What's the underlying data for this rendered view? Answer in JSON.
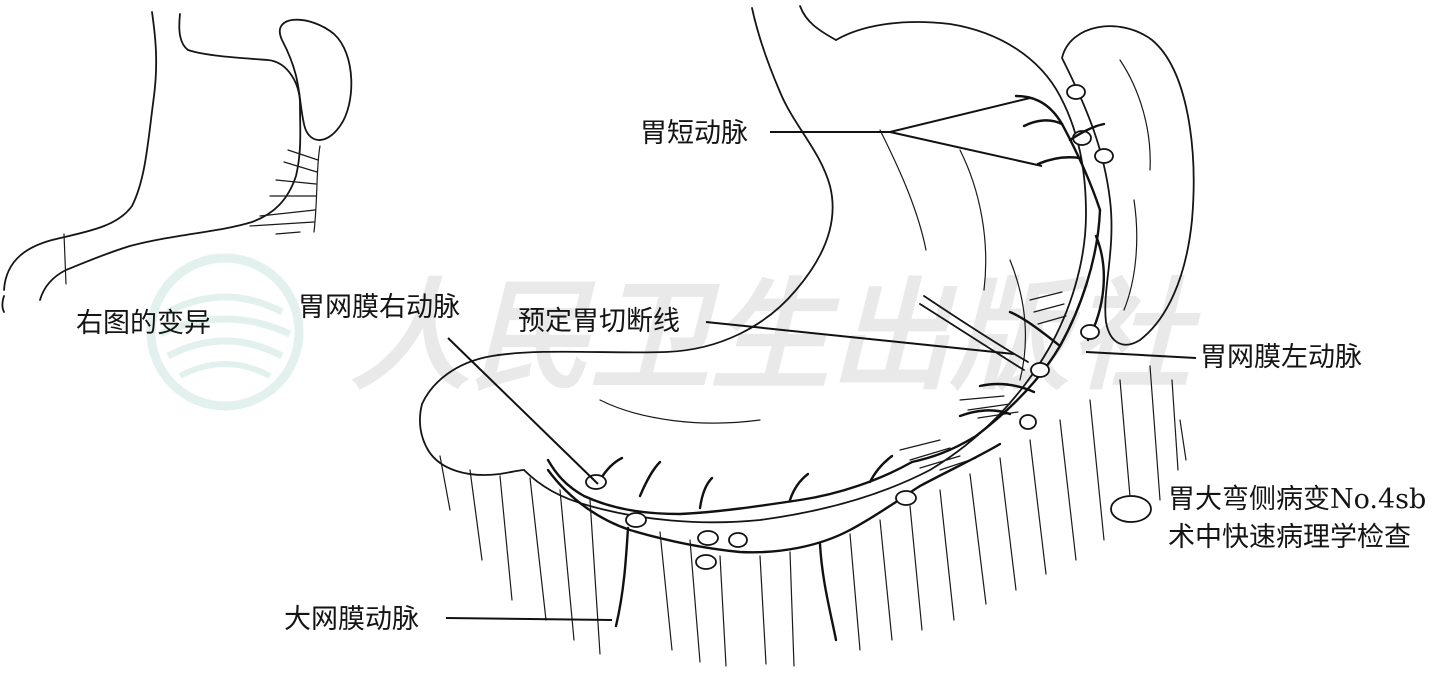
{
  "labels": {
    "variant_caption": "右图的变异",
    "short_gastric_artery": "胃短动脉",
    "right_gastroepiploic_artery": "胃网膜右动脉",
    "planned_transection_line": "预定胃切断线",
    "left_gastroepiploic_artery": "胃网膜左动脉",
    "greater_omental_artery": "大网膜动脉",
    "node_note_line1": "胃大弯侧病变No.4sb",
    "node_note_line2": "术中快速病理学检查"
  },
  "watermark": {
    "text": "人民卫生出版社",
    "color": "#cfe8e2"
  }
}
